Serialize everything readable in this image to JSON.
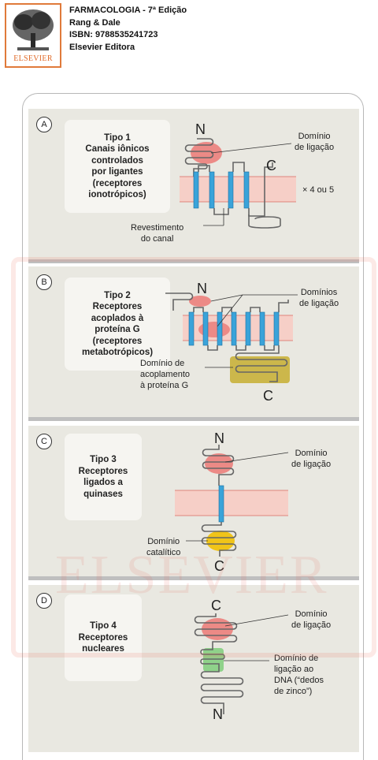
{
  "header": {
    "publisher_logo_text": "ELSEVIER",
    "book_title": "FARMACOLOGIA - 7ª Edição",
    "authors": "Rang & Dale",
    "isbn": "ISBN: 9788535241723",
    "publisher": "Elsevier Editora"
  },
  "panels": [
    {
      "letter": "A",
      "type_lines": [
        "Tipo 1",
        "Canais iônicos",
        "controlados",
        "por ligantes",
        "(receptores",
        "ionotrópicos)"
      ],
      "terminus_top": "N",
      "terminus_end": "C",
      "label_binding": [
        "Domínio",
        "de ligação"
      ],
      "label_multiplier": "× 4 ou 5",
      "label_pore": [
        "Revestimento",
        "do canal"
      ]
    },
    {
      "letter": "B",
      "type_lines": [
        "Tipo 2",
        "Receptores",
        "acoplados à",
        "proteína G",
        "(receptores",
        "metabotrópicos)"
      ],
      "terminus_top": "N",
      "terminus_end": "C",
      "label_binding": [
        "Domínios",
        "de ligação"
      ],
      "label_coupling": [
        "Domínio de",
        "acoplamento",
        "à proteína G"
      ]
    },
    {
      "letter": "C",
      "type_lines": [
        "Tipo 3",
        "Receptores",
        "ligados a",
        "quinases"
      ],
      "terminus_top": "N",
      "terminus_end": "C",
      "label_binding": [
        "Domínio",
        "de ligação"
      ],
      "label_catalytic": [
        "Domínio",
        "catalítico"
      ]
    },
    {
      "letter": "D",
      "type_lines": [
        "Tipo 4",
        "Receptores",
        "nucleares"
      ],
      "terminus_top": "C",
      "terminus_end": "N",
      "label_binding": [
        "Domínio",
        "de ligação"
      ],
      "label_dna": [
        "Domínio de",
        "ligação ao",
        "DNA (“dedos",
        "de zinco”)"
      ]
    }
  ],
  "watermark_text": "ELSEVIER",
  "colors": {
    "panel_bg": "#e9e8e1",
    "membrane": "#f6cfc7",
    "helix": "#3aa3d9",
    "binding": "#ec8a86",
    "coupling": "#c9b13b",
    "catalytic": "#f0c419",
    "dna": "#8fd28a",
    "logo_border": "#e07a3a"
  }
}
